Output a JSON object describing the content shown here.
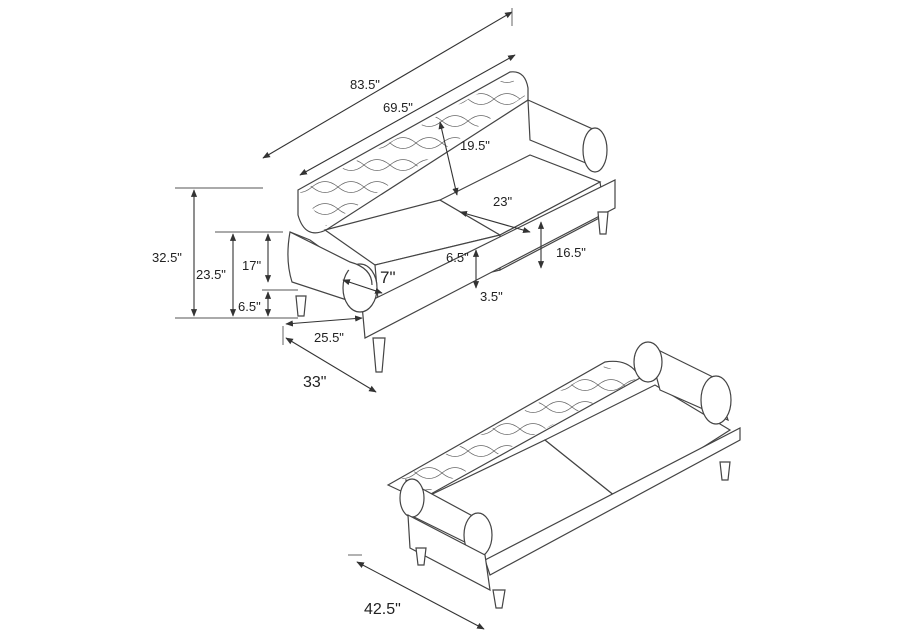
{
  "dimensions": {
    "overall_width": "83.5\"",
    "seat_width": "69.5\"",
    "back_cushion_height": "19.5\"",
    "seat_depth": "23\"",
    "overall_height": "32.5\"",
    "arm_height": "23.5\"",
    "seat_height": "17\"",
    "leg_height": "6.5\"",
    "arm_width": "7\"",
    "seat_thickness": "6.5\"",
    "seat_to_floor": "16.5\"",
    "gap": "3.5\"",
    "inner_depth": "25.5\"",
    "overall_depth": "33\"",
    "bed_depth": "42.5\""
  }
}
